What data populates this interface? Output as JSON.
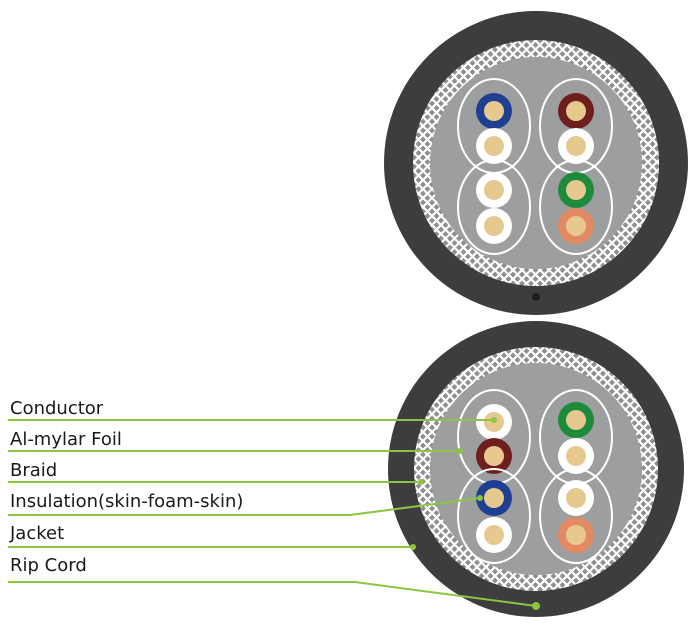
{
  "labels": [
    "Conductor",
    "Al-mylar Foil",
    "Braid",
    "Insulation(skin-foam-skin)",
    "Jacket",
    "Rip Cord"
  ],
  "colors": {
    "jacket": "#3d3d3f",
    "jacket_light": "#4a4a4c",
    "braid": "#c7c7c9",
    "foil": "#9d9ea0",
    "pair_ring": "#ffffff",
    "conductor": "#e7c98f",
    "leader": "#8cc63f",
    "text": "#1a1a1a"
  },
  "top_cable": {
    "insulation_colors": [
      "#1f3f93",
      "#ffffff",
      "#6e1e1c",
      "#ffffff",
      "#ffffff",
      "#ffffff",
      "#1e8a3c",
      "#e48a62"
    ]
  },
  "bottom_cable": {
    "insulation_colors": [
      "#ffffff",
      "#6e1e1c",
      "#1e8a3c",
      "#ffffff",
      "#1f3f93",
      "#ffffff",
      "#ffffff",
      "#e48a62"
    ]
  }
}
